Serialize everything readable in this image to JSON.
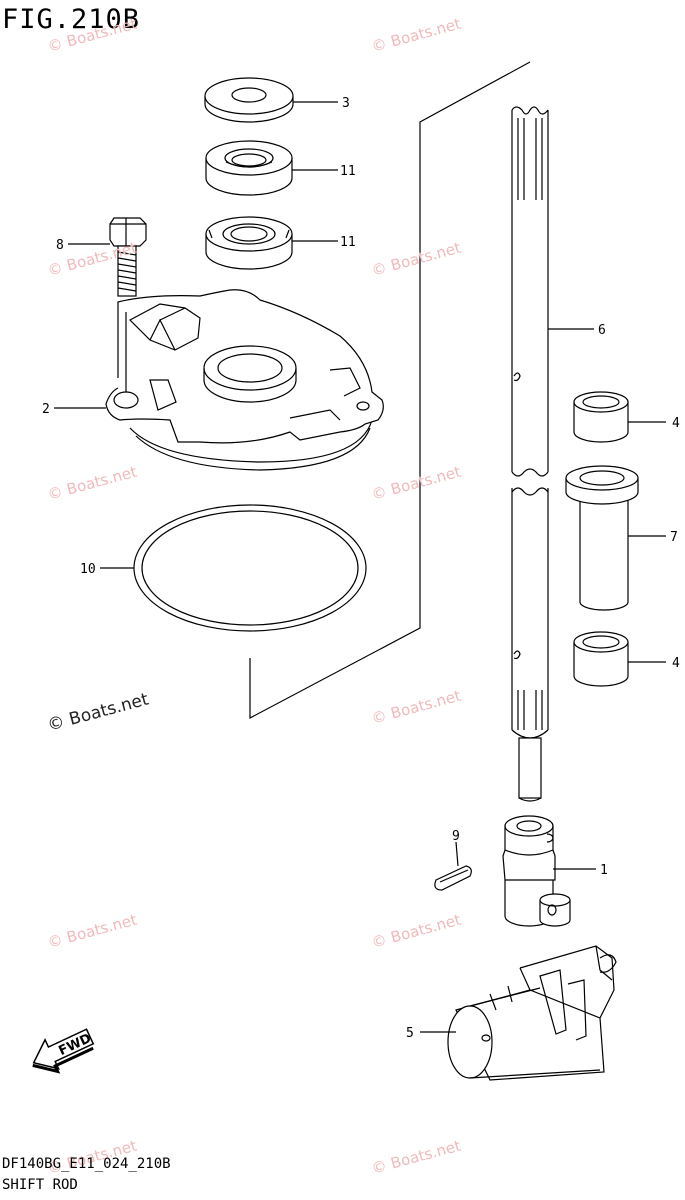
{
  "figure": {
    "title": "FIG.210B",
    "code": "DF140BG_E11_024_210B",
    "name": "SHIFT ROD"
  },
  "watermark": {
    "text": "© Boats.net",
    "color": "#f1b9b9"
  },
  "callouts": [
    "3",
    "11",
    "11",
    "8",
    "6",
    "2",
    "4",
    "7",
    "10",
    "4",
    "9",
    "1",
    "5"
  ],
  "fwd_label": "FWD"
}
